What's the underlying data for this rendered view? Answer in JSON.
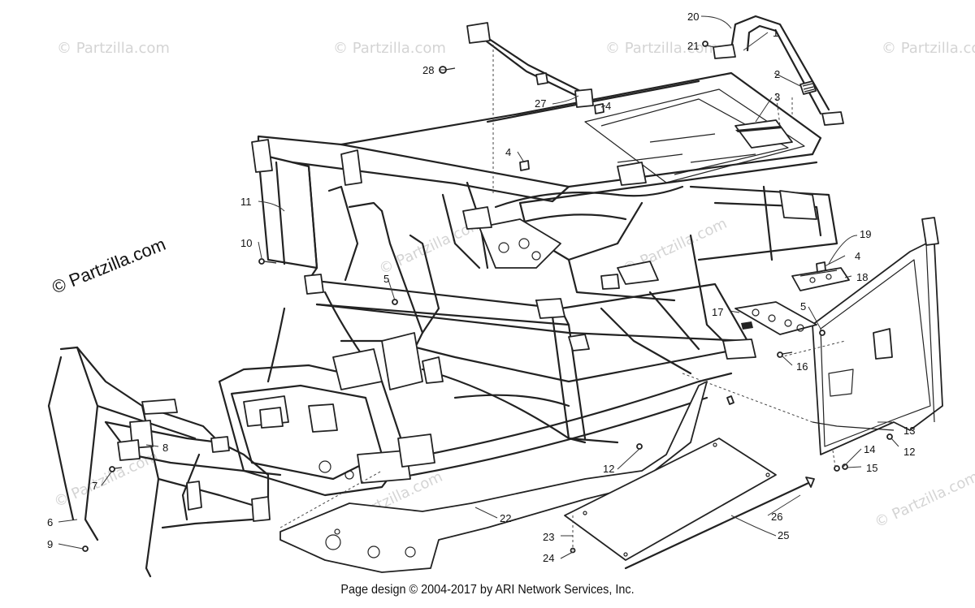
{
  "watermark": "© Partzilla.com",
  "footer": "Page design © 2004-2017 by ARI Network Services, Inc.",
  "callouts": [
    "1",
    "2",
    "3",
    "4",
    "4",
    "4",
    "5",
    "5",
    "6",
    "7",
    "8",
    "9",
    "10",
    "11",
    "12",
    "12",
    "13",
    "14",
    "15",
    "16",
    "17",
    "18",
    "19",
    "20",
    "21",
    "22",
    "23",
    "24",
    "25",
    "26",
    "27",
    "28"
  ]
}
